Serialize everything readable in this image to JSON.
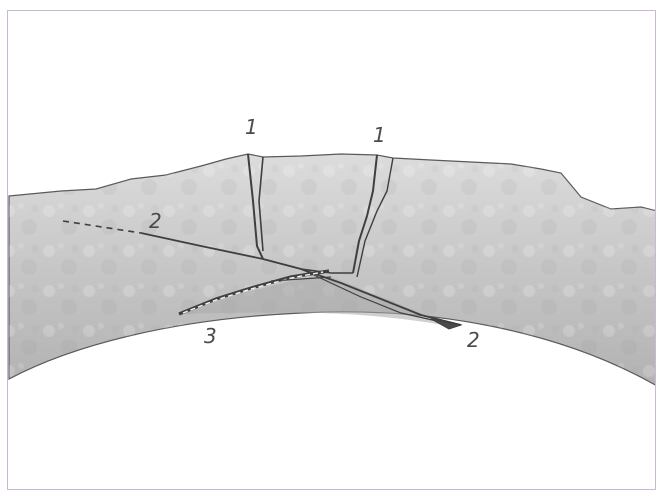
{
  "labels": {
    "crack_top_left": "1",
    "crack_top_right": "1",
    "crack_oblique_left": "2",
    "crack_oblique_right": "2",
    "inner_crack": "3"
  },
  "colors": {
    "stone_light": "#d9d9d9",
    "stone_mid": "#bdbdbd",
    "stone_dark": "#9a9a9a",
    "crack_line": "#3f3f3f",
    "frame_border": "#c9b8cf"
  }
}
